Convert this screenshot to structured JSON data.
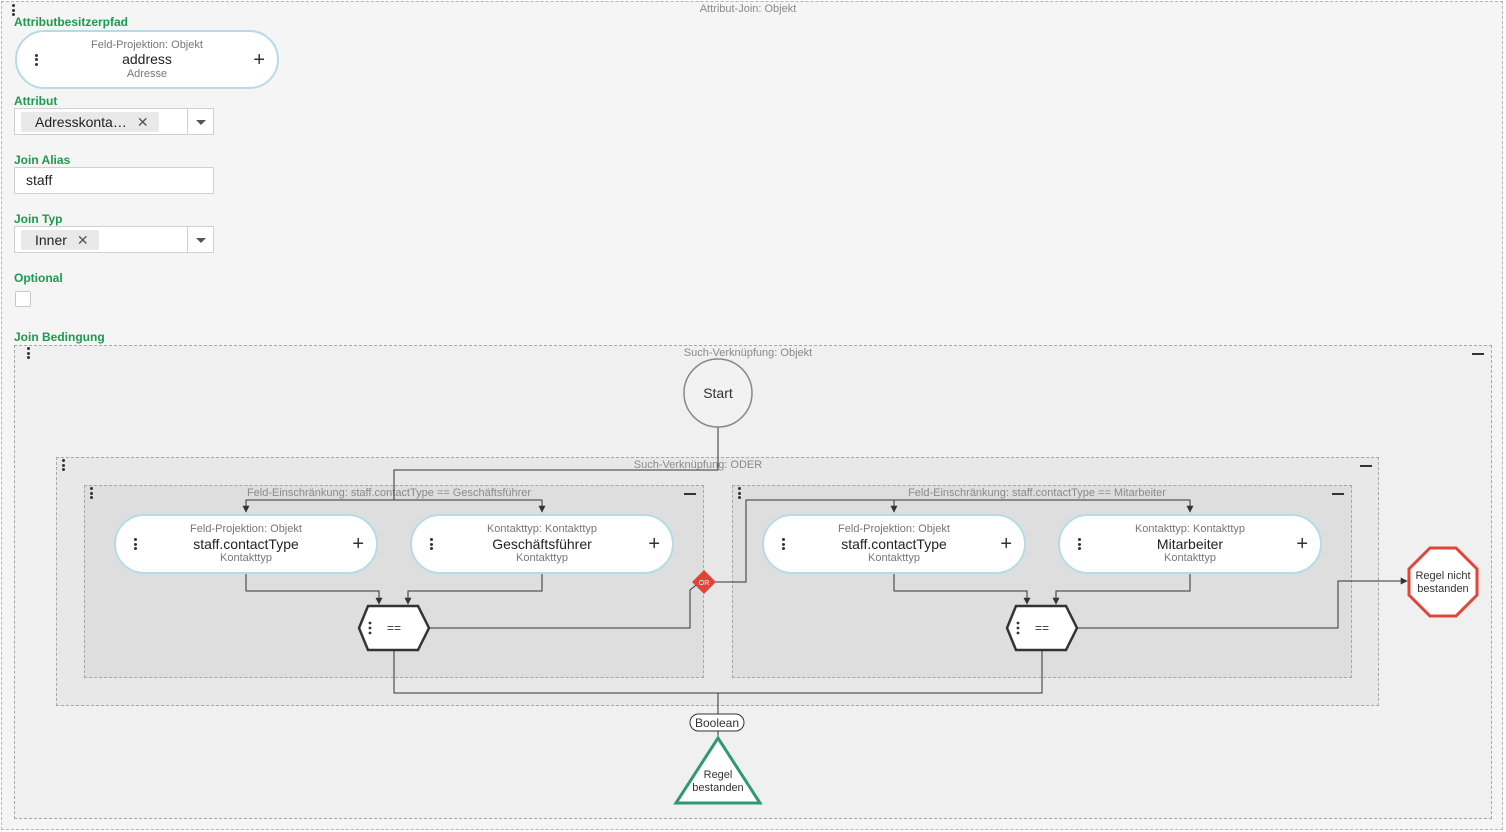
{
  "outer": {
    "title": "Attribut-Join: Objekt"
  },
  "owner_path": {
    "label": "Attributbesitzerpfad",
    "pill": {
      "sub": "Feld-Projektion: Objekt",
      "main": "address",
      "type": "Adresse"
    }
  },
  "attribute": {
    "label": "Attribut",
    "chip": "Adresskonta…",
    "chip_remove": "✕"
  },
  "join_alias": {
    "label": "Join Alias",
    "value": "staff"
  },
  "join_type": {
    "label": "Join Typ",
    "chip": "Inner",
    "chip_remove": "✕"
  },
  "optional": {
    "label": "Optional"
  },
  "condition": {
    "label": "Join Bedingung",
    "search_title": "Such-Verknüpfung: Objekt",
    "start": "Start",
    "or_title": "Such-Verknüpfung: ODER",
    "or_badge": "OR",
    "left": {
      "title": "Feld-Einschränkung: staff.contactType == Geschäftsführer",
      "pill_a": {
        "sub": "Feld-Projektion: Objekt",
        "main": "staff.contactType",
        "type": "Kontakttyp"
      },
      "pill_b": {
        "sub": "Kontakttyp: Kontakttyp",
        "main": "Geschäftsführer",
        "type": "Kontakttyp"
      },
      "operator": "=="
    },
    "right": {
      "title": "Feld-Einschränkung: staff.contactType == Mitarbeiter",
      "pill_a": {
        "sub": "Feld-Projektion: Objekt",
        "main": "staff.contactType",
        "type": "Kontakttyp"
      },
      "pill_b": {
        "sub": "Kontakttyp: Kontakttyp",
        "main": "Mitarbeiter",
        "type": "Kontakttyp"
      },
      "operator": "=="
    },
    "boolean_label": "Boolean",
    "pass_line1": "Regel",
    "pass_line2": "bestanden",
    "fail_line1": "Regel nicht",
    "fail_line2": "bestanden"
  },
  "colors": {
    "accent_green": "#1d9a4e",
    "pass_green": "#2e9a6e",
    "fail_red": "#e0453a",
    "or_red": "#e0453a",
    "pill_border": "#b7dbe6"
  },
  "icons": {
    "menu": "kebab-menu-icon",
    "add": "plus-icon",
    "collapse": "minus-icon",
    "remove": "close-icon",
    "dropdown": "caret-down-icon"
  }
}
